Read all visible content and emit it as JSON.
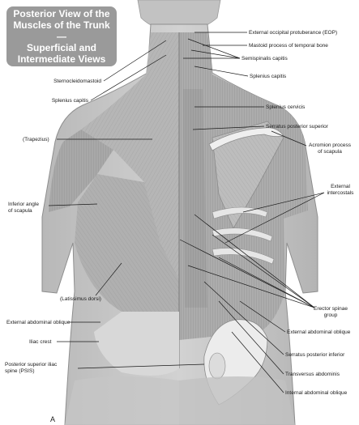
{
  "title": "Posterior View of the\nMuscles of the Trunk—\nSuperficial and\nIntermediate Views",
  "panel_letter": "A",
  "labels": {
    "eop": "External occipital protuberance (EOP)",
    "mastoid": "Mastoid process of temporal bone",
    "semispinalis": "Semispinalis capitis",
    "splenius_capitis_right": "Splenius capitis",
    "sternocleidomastoid": "Sternocleidomastoid",
    "splenius_capitis_left": "Splenius capitis",
    "splenius_cervicis": "Splenius cervicis",
    "serratus_post_sup": "Serratus posterior superior",
    "trapezius": "(Trapezius)",
    "acromion": "Acromion process\nof scapula",
    "inferior_angle": "Inferior angle\nof scapula",
    "ext_intercostals": "External\nintercostals",
    "latissimus": "(Latissimus dorsi)",
    "erector_spinae": "Erector spinae\ngroup",
    "ext_abd_oblique_left": "External abdominal oblique",
    "ext_abd_oblique_right": "External abdominal oblique",
    "iliac_crest": "Iliac crest",
    "serratus_post_inf": "Serratus posterior inferior",
    "psis": "Posterior superior iliac\nspine (PSIS)",
    "transversus": "Transversus abdominis",
    "int_abd_oblique": "Internal abdominal oblique"
  },
  "colors": {
    "title_bg": "#9a9a9a",
    "skin": "#c9c9c9",
    "muscle": "#a9a9a9",
    "bone": "#ececec"
  }
}
